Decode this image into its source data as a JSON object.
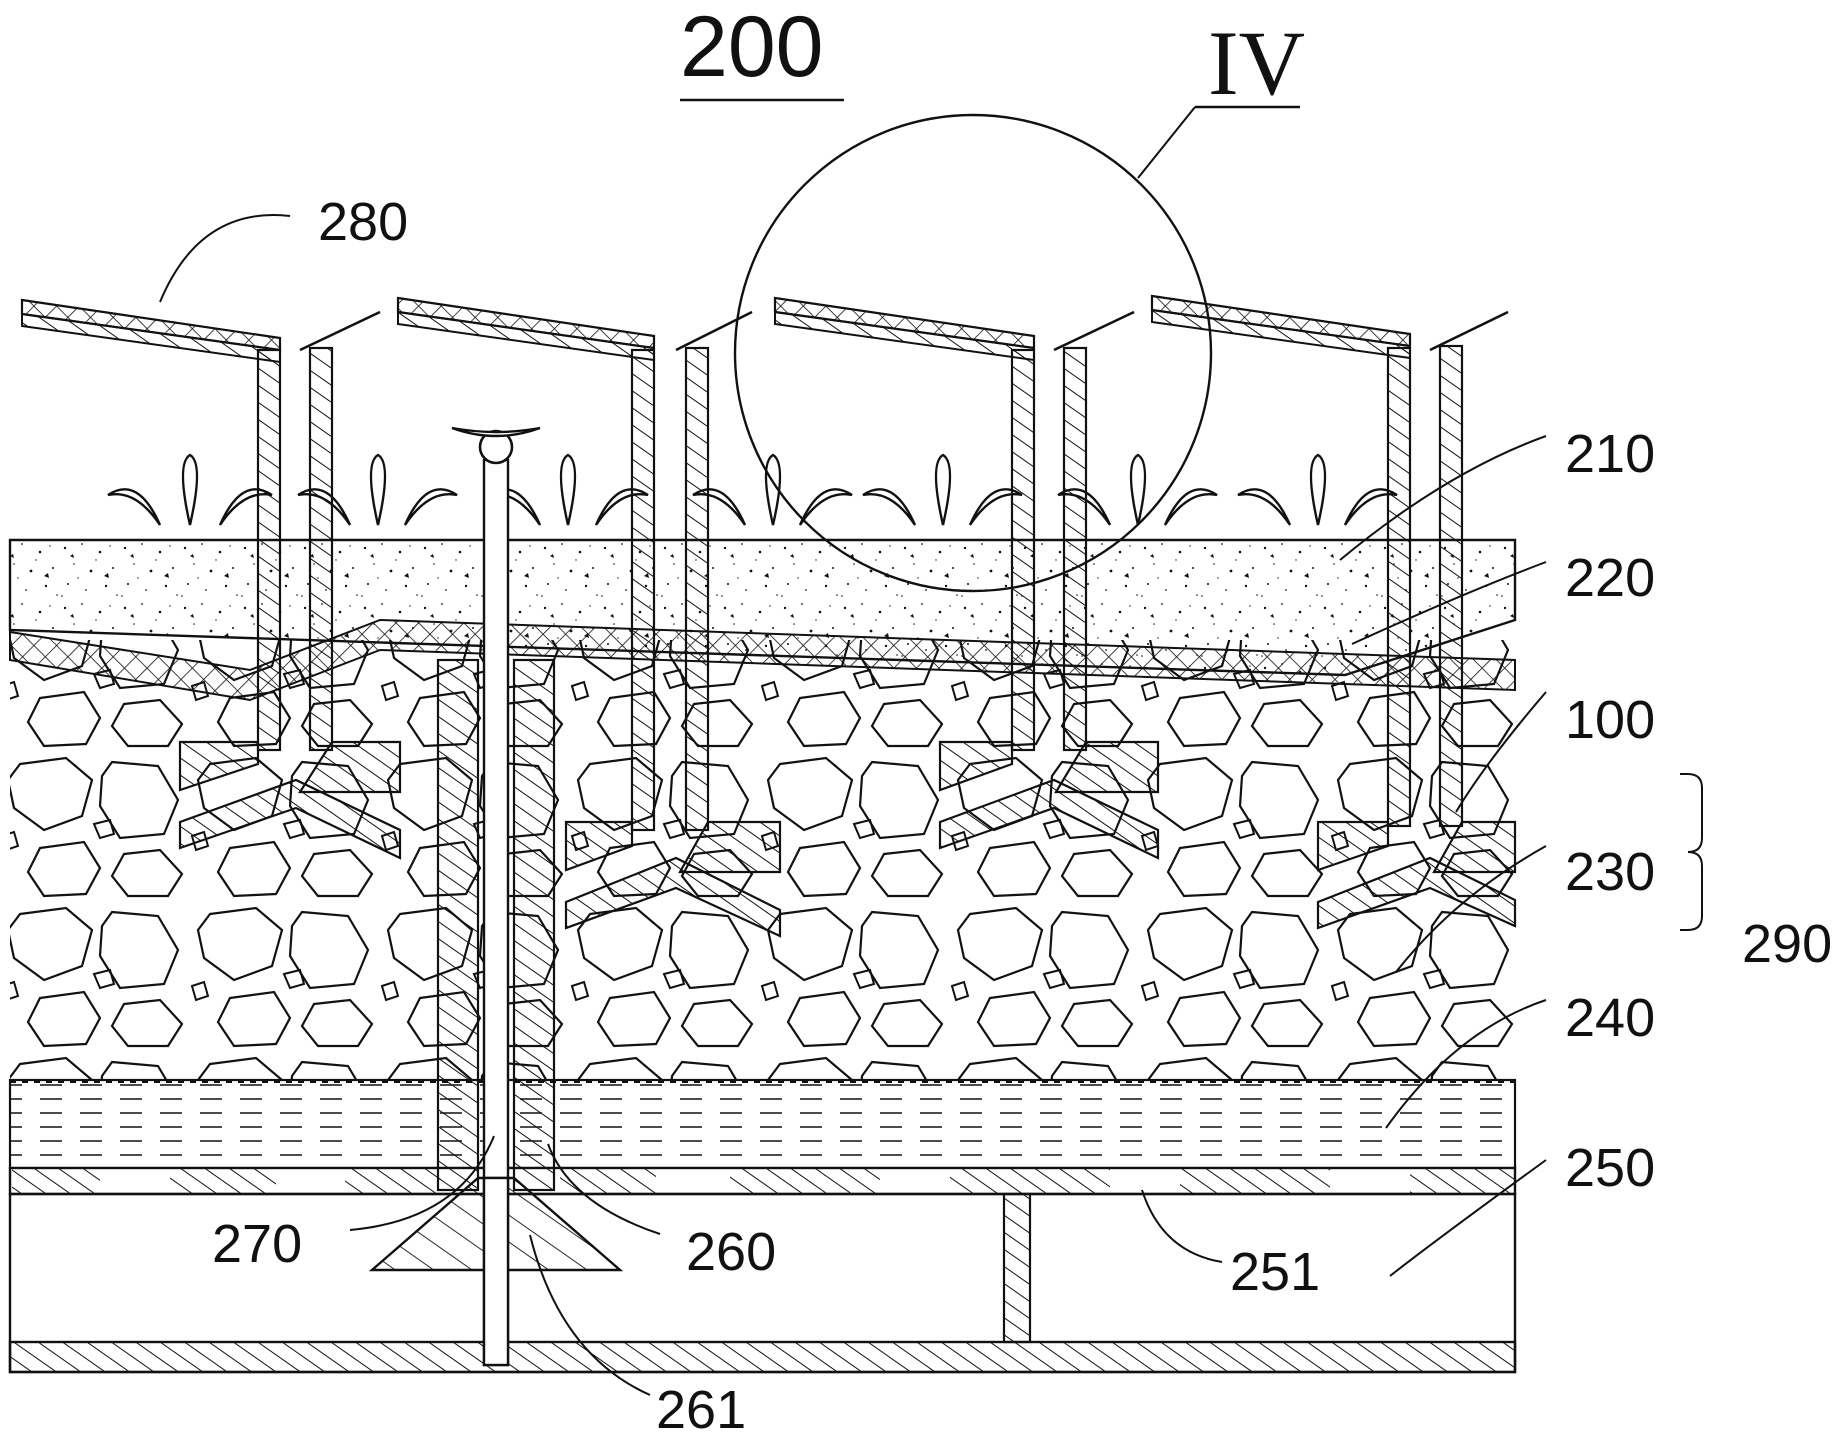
{
  "figure": {
    "title": "200",
    "detail_mark": "IV",
    "labels": [
      "280",
      "210",
      "220",
      "100",
      "230",
      "240",
      "290",
      "250",
      "251",
      "260",
      "270",
      "261"
    ]
  },
  "colors": {
    "ink": "#111111",
    "background": "#ffffff"
  }
}
